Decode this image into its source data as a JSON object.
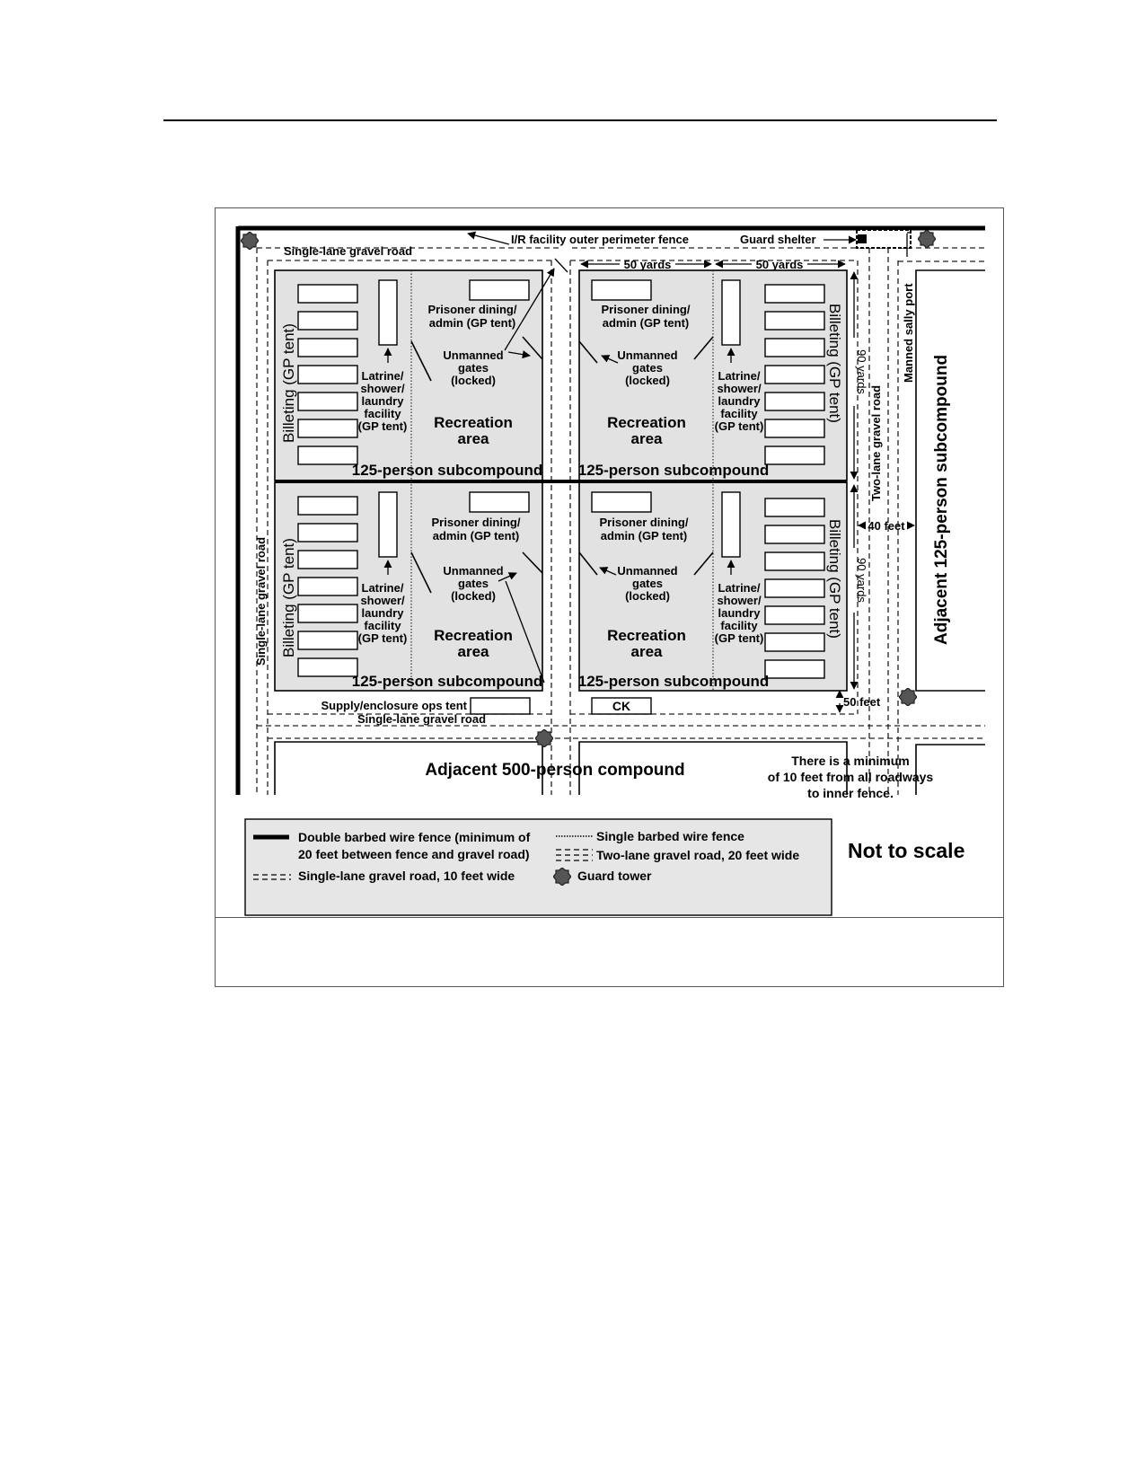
{
  "diagram": {
    "perimeter_fence_label": "I/R facility outer perimeter fence",
    "guard_shelter_label": "Guard shelter",
    "top_road_label": "Single-lane gravel road",
    "left_road_label": "Single-lane gravel road",
    "bottom_road_label": "Single-lane gravel road",
    "two_lane_road_label": "Two-lane gravel road",
    "sally_port_label": "Manned sally port",
    "dim_50_yards": "50 yards",
    "dim_90_yards": "90 yards",
    "dim_40_feet": "40 feet",
    "dim_50_feet": "50 feet",
    "subcompound_label": "125-person subcompound",
    "billeting_label": "Billeting (GP tent)",
    "dining_label": [
      "Prisoner dining/",
      "admin (GP tent)"
    ],
    "gates_label": [
      "Unmanned",
      "gates",
      "(locked)"
    ],
    "latrine_label": [
      "Latrine/",
      "shower/",
      "laundry",
      "facility",
      "(GP tent)"
    ],
    "recreation_label": [
      "Recreation",
      "area"
    ],
    "supply_tent_label": "Supply/enclosure ops tent",
    "ck_label": "CK",
    "adjacent_compound_label": "Adjacent 500-person compound",
    "adjacent_subcompound_label": "Adjacent 125-person subcompound",
    "min_distance_note": [
      "There is a minimum",
      "of 10 feet from all roadways",
      "to inner fence."
    ],
    "not_to_scale": "Not to scale"
  },
  "legend": {
    "double_fence": [
      "Double barbed wire fence (minimum of",
      "20 feet between fence and gravel road)"
    ],
    "single_lane_road": "Single-lane gravel road, 10 feet wide",
    "single_fence": "Single barbed wire fence",
    "two_lane_road": "Two-lane gravel road, 20 feet wide",
    "guard_tower": "Guard tower"
  }
}
